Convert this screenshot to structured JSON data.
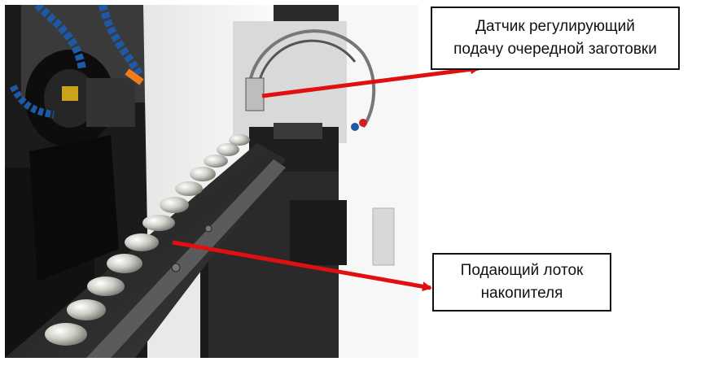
{
  "callouts": {
    "sensor": {
      "line1": "Датчик регулирующий",
      "line2": "подачу очередной заготовки"
    },
    "tray": {
      "line1": "Подающий лоток",
      "line2": "накопителя"
    }
  },
  "colors": {
    "arrow": "#e01010",
    "machine_panel": "#f4f4f4",
    "hose_blue": "#1c5aa8",
    "hose_orange": "#f07c1e",
    "dark_interior": "#1e1e1e"
  }
}
